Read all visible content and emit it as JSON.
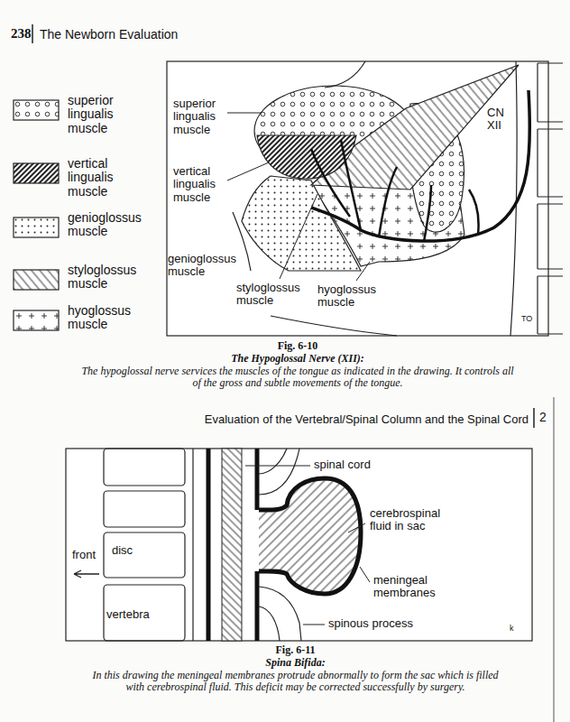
{
  "diagram": {
    "labels": [
      "238",
      "The Newborn Evaluation",
      "superior lingualis muscle",
      "vertical lingualis muscle",
      "genioglossus muscle",
      "styloglossus muscle",
      "hyoglossus muscle",
      "CN XII",
      "TO",
      "Fig. 6-10",
      "The Hypoglossal Nerve (XII):",
      "The hypoglossal nerve services the muscles of the tongue as indicated in the drawing. It controls all of the gross and subtle movements of the tongue.",
      "Evaluation of the Vertebral/Spinal Column and the Spinal Cord",
      "2",
      "spinal cord",
      "cerebrospinal fluid in sac",
      "meningeal membranes",
      "front",
      "disc",
      "vertebra",
      "spinous process",
      "k",
      "Fig. 6-11",
      "Spina Bifida:",
      "In this drawing the meningeal membranes protrude abnormally to form the sac which is filled with cerebrospinal fluid. This deficit may be corrected successfully by surgery."
    ],
    "legend": [
      {
        "text": "superior lingualis muscle"
      },
      {
        "text": "vertical lingualis muscle"
      },
      {
        "text": "genioglossus muscle"
      },
      {
        "text": "styloglossus muscle"
      },
      {
        "text": "hyoglossus muscle"
      }
    ]
  }
}
